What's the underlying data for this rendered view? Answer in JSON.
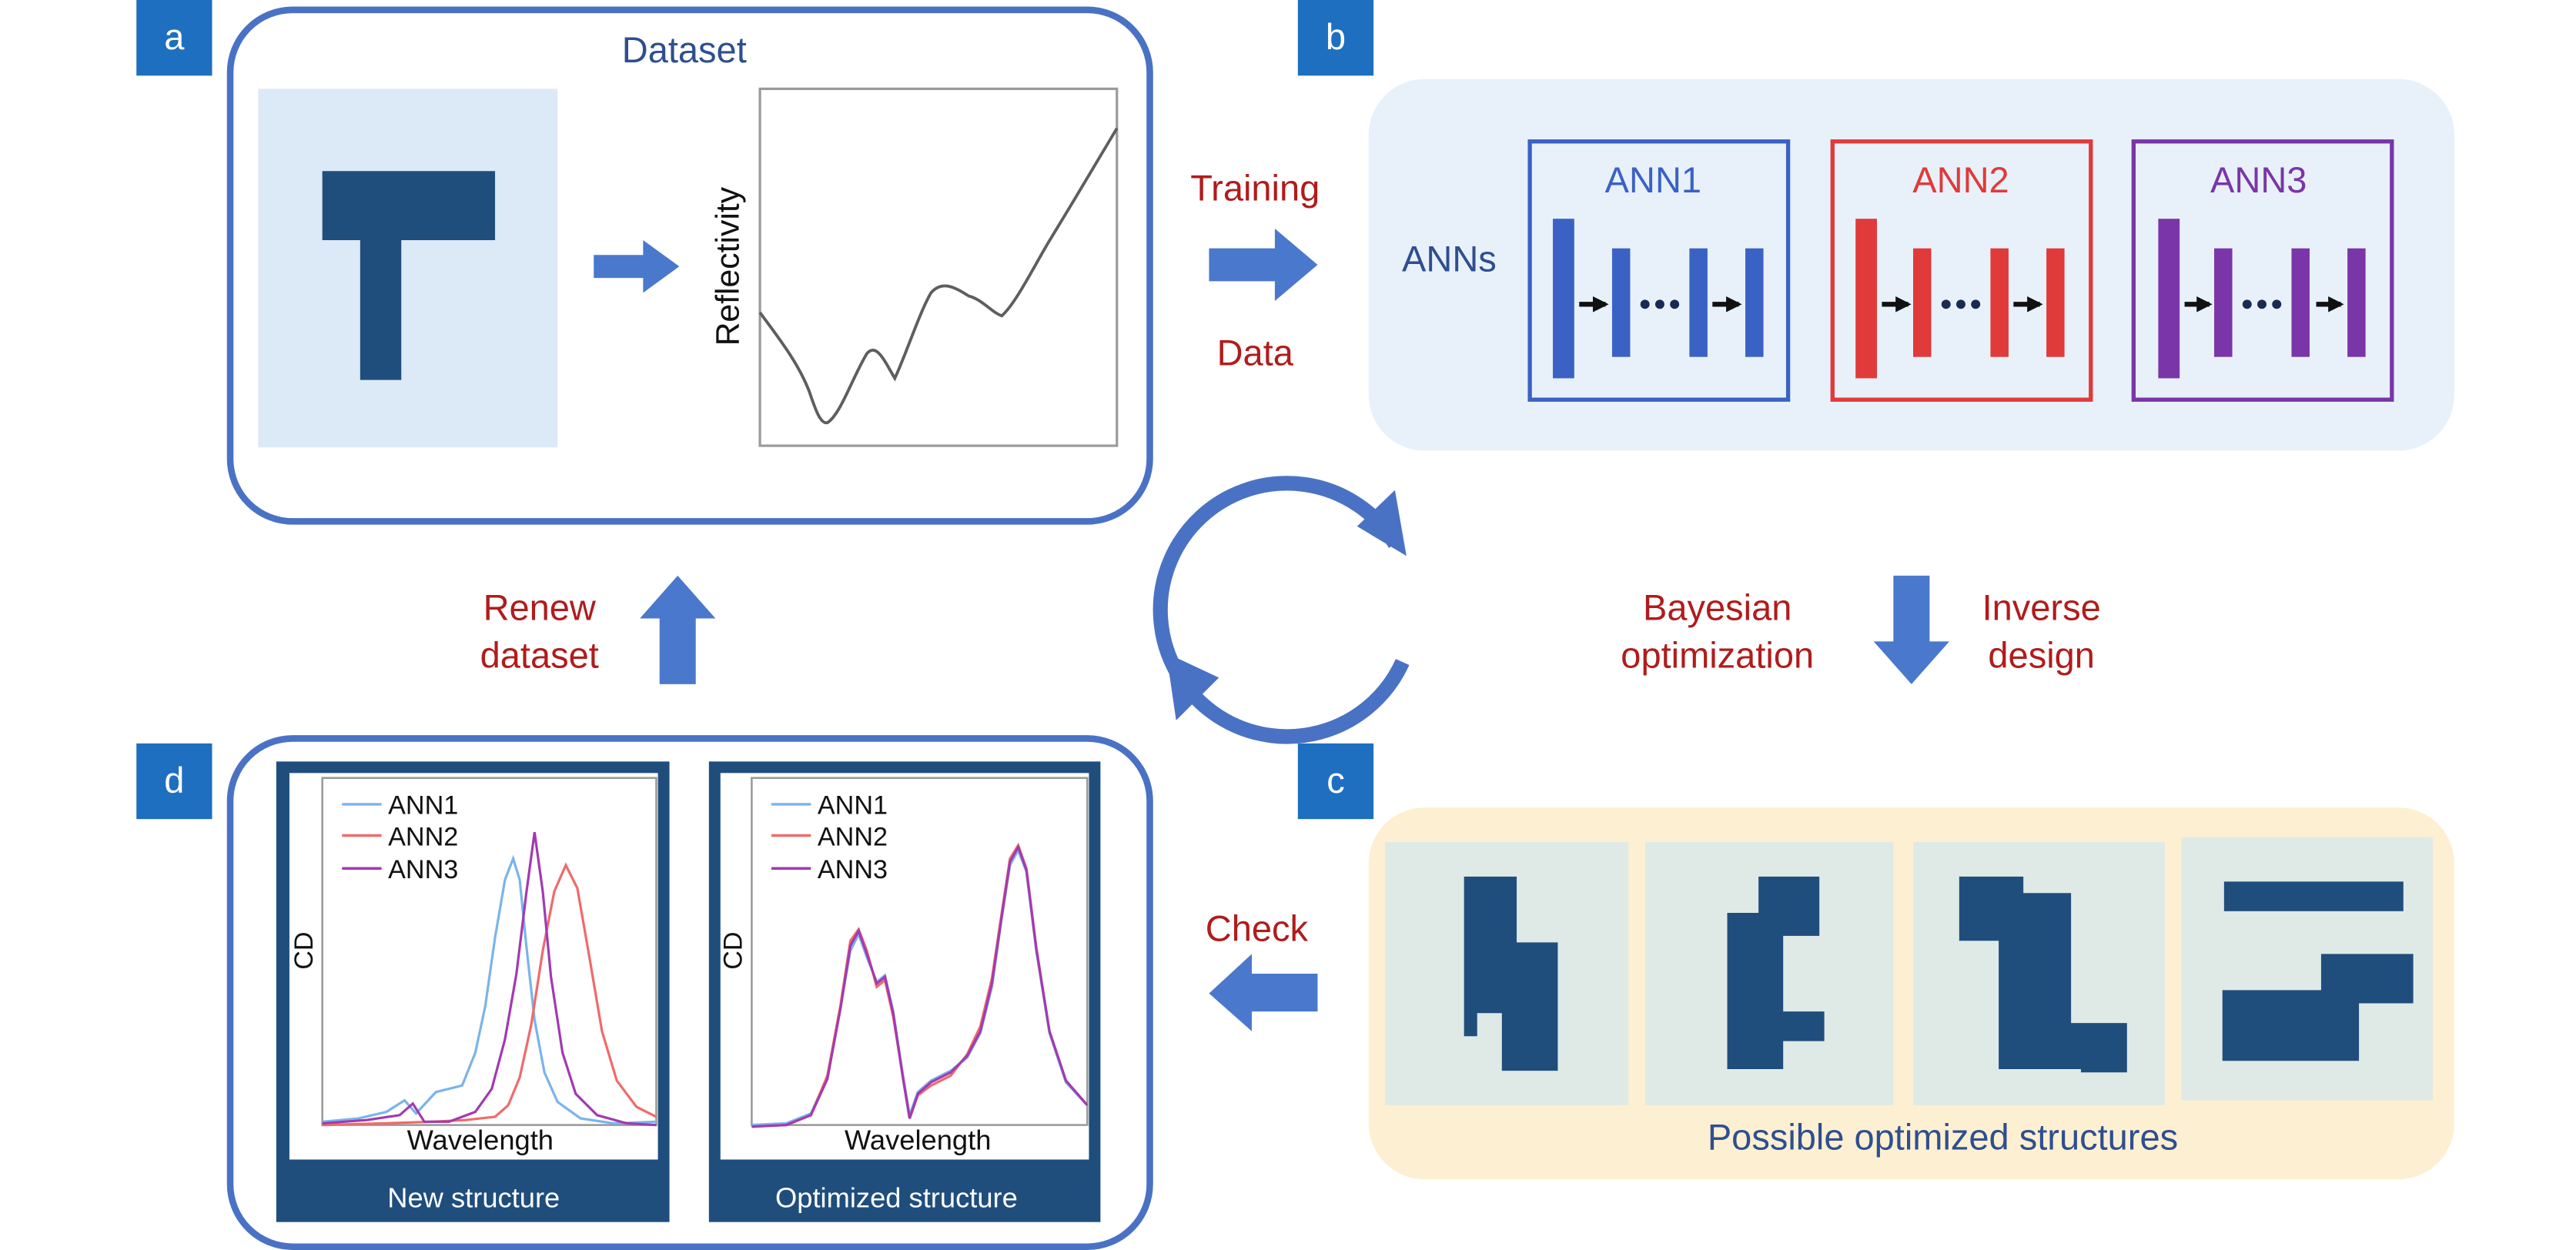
{
  "panel_letters": {
    "a": "a",
    "b": "b",
    "c": "c",
    "d": "d"
  },
  "panel_a": {
    "title": "Dataset",
    "plot_ylabel": "Reflectivity"
  },
  "arrow_ab": {
    "top_label": "Training",
    "bottom_label": "Data"
  },
  "panel_b": {
    "side_label": "ANNs",
    "networks": [
      {
        "label": "ANN1",
        "color": "#3a62c4"
      },
      {
        "label": "ANN2",
        "color": "#e03a3a"
      },
      {
        "label": "ANN3",
        "color": "#7a35a8"
      }
    ]
  },
  "arrow_bc": {
    "left_label_line1": "Bayesian",
    "left_label_line2": "optimization",
    "right_label_line1": "Inverse",
    "right_label_line2": "design"
  },
  "panel_c": {
    "caption": "Possible optimized structures"
  },
  "arrow_cd": {
    "label": "Check"
  },
  "arrow_da": {
    "label_line1": "Renew",
    "label_line2": "dataset"
  },
  "panel_d": {
    "plots": [
      {
        "caption": "New structure",
        "xlabel": "Wavelength",
        "ylabel": "CD",
        "legend": [
          "ANN1",
          "ANN2",
          "ANN3"
        ]
      },
      {
        "caption": "Optimized structure",
        "xlabel": "Wavelength",
        "ylabel": "CD",
        "legend": [
          "ANN1",
          "ANN2",
          "ANN3"
        ]
      }
    ]
  },
  "colors": {
    "panel_border": "#4a72c4",
    "dark_navy": "#1f4e7d",
    "letter_box": "#1e6fbf",
    "accent_red": "#b01c1c",
    "title_blue": "#2e4f8f",
    "light_blue_panel": "#dce9f6",
    "ann_panel_bg": "#e8f1f9",
    "structures_bg": "#fdf0d2",
    "structure_tile": "#dfeae7",
    "series_ann1": "#7ab4ea",
    "series_ann2": "#f06a6a",
    "series_ann3": "#a23ab2"
  }
}
